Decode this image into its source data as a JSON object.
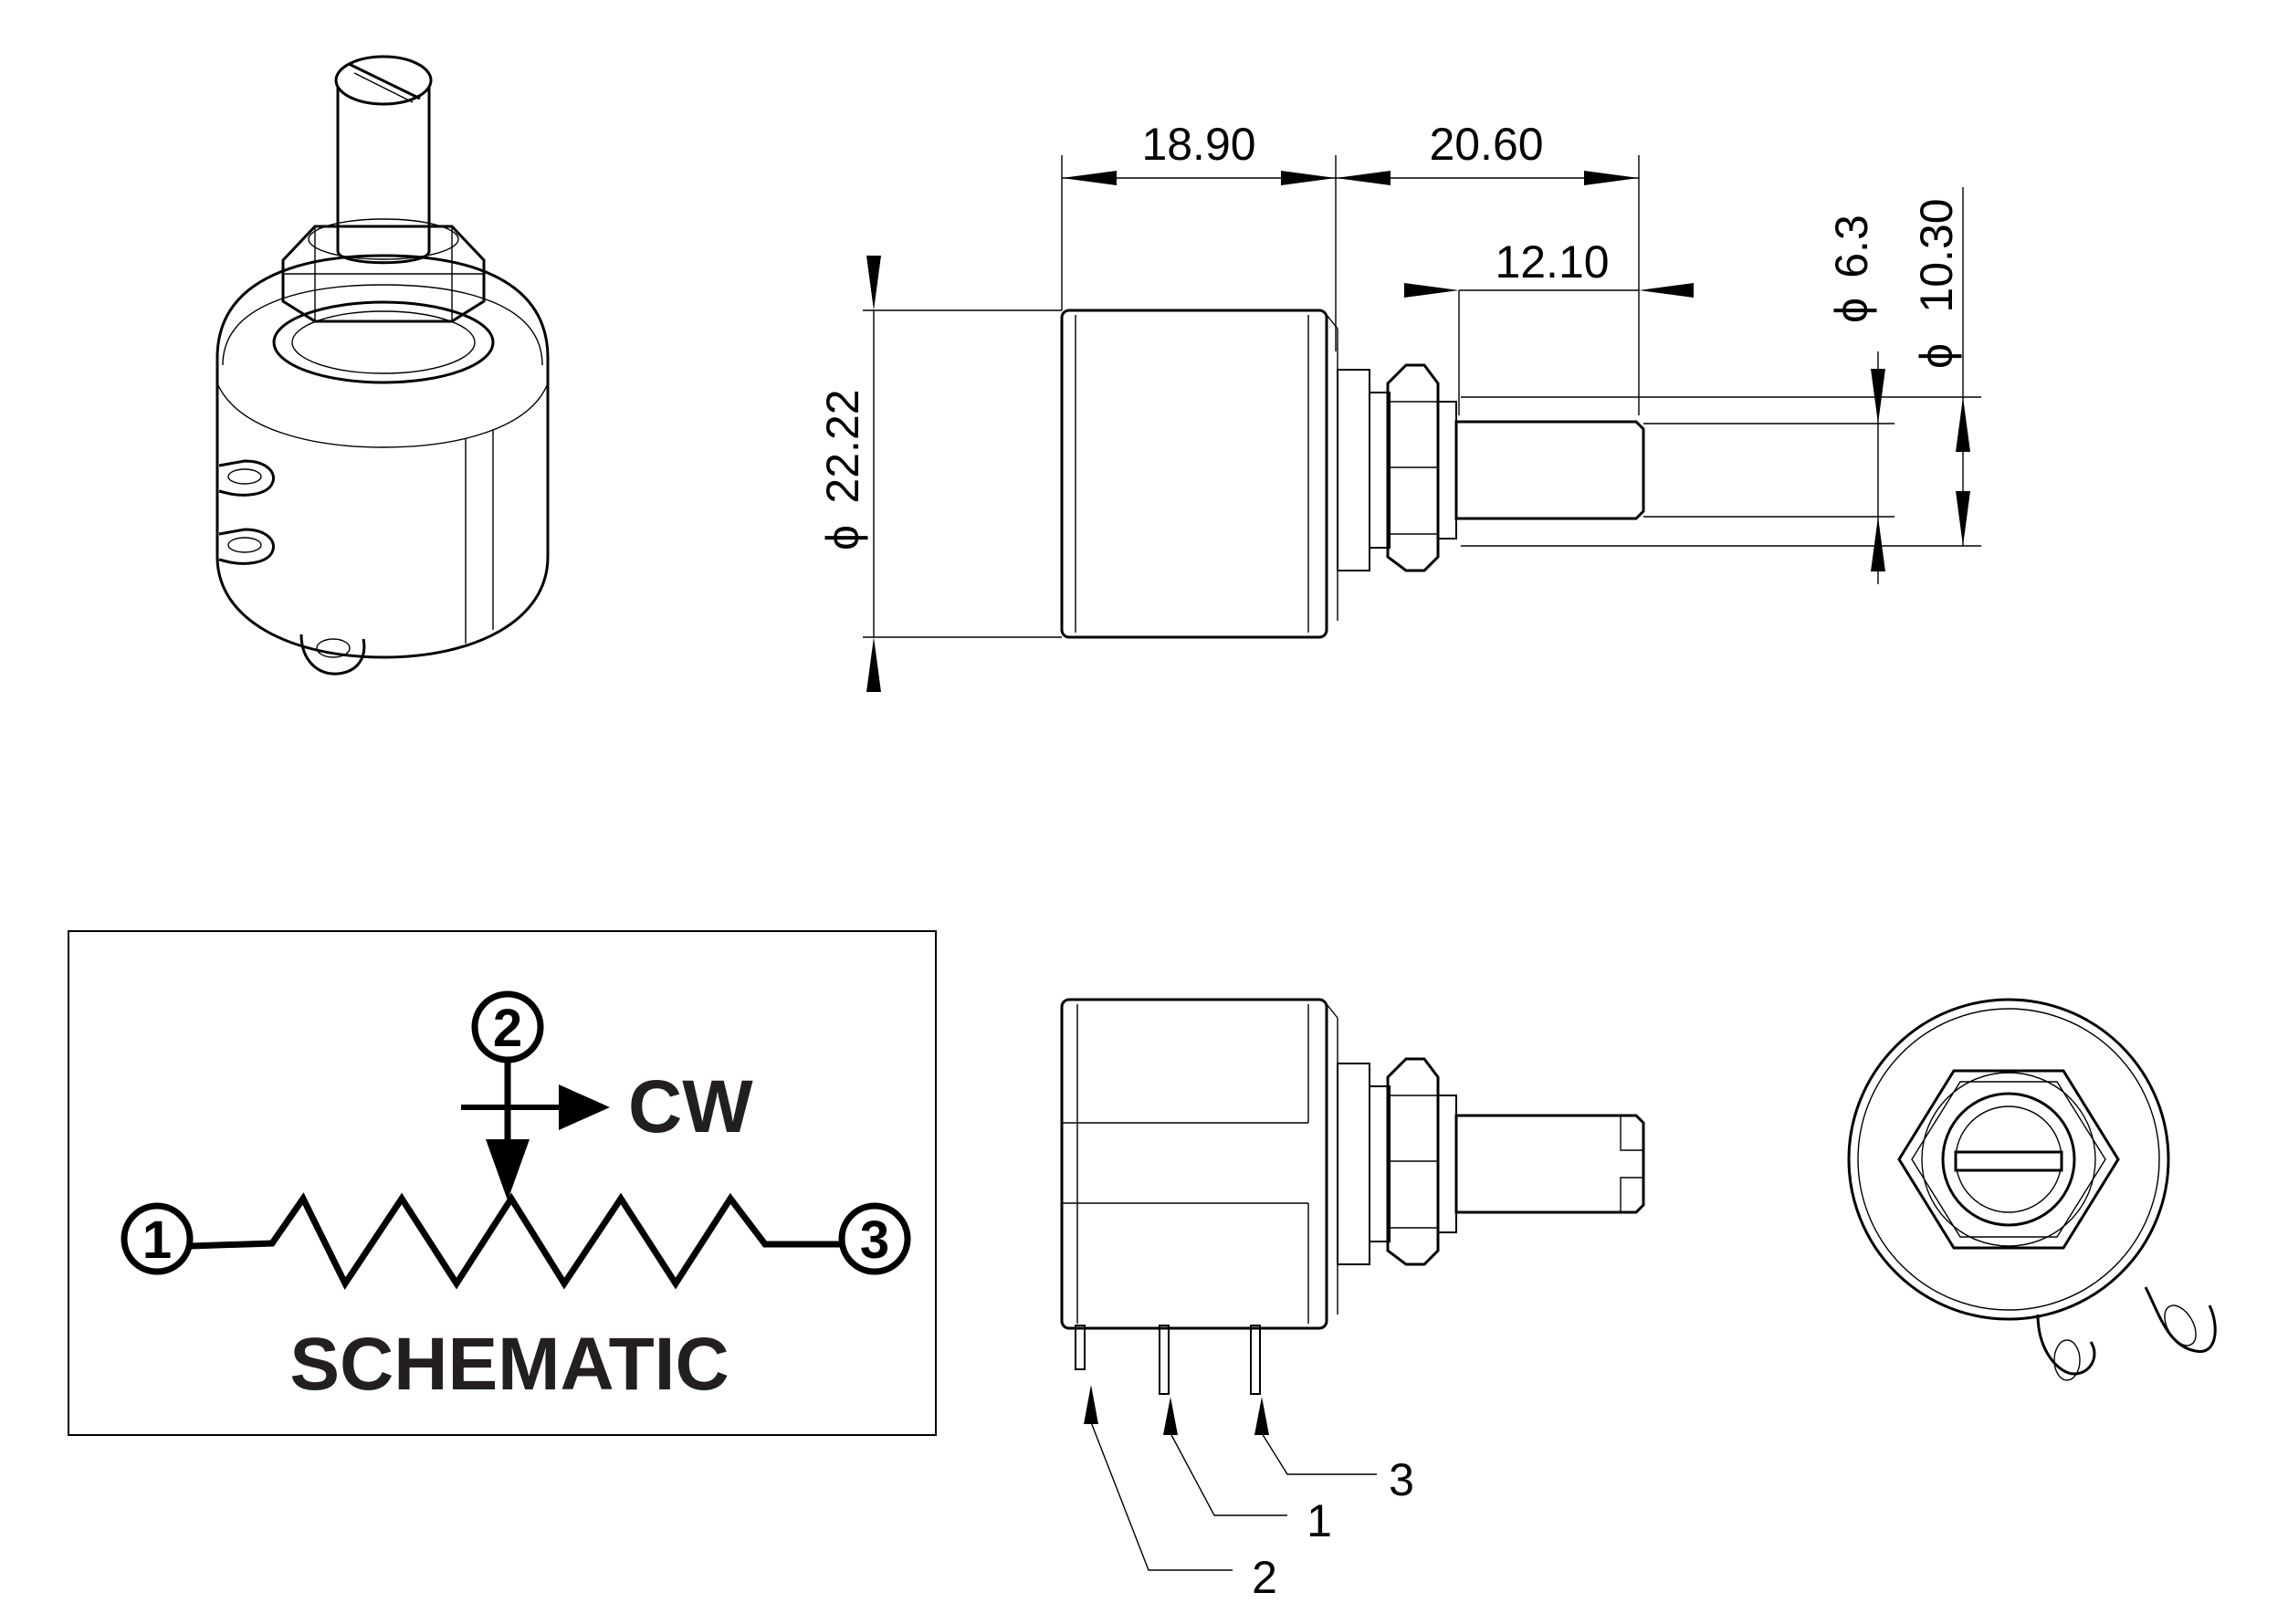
{
  "dimensions": {
    "body_length": "18.90",
    "shaft_total": "20.60",
    "shaft_exposed": "12.10",
    "body_diameter": "22.22",
    "shaft_diameter": "6.3",
    "bushing_diameter": "10.30",
    "diameter_symbol": "ϕ"
  },
  "schematic": {
    "terminal_1": "1",
    "terminal_2": "2",
    "terminal_3": "3",
    "direction": "CW",
    "title": "SCHEMATIC"
  },
  "pin_labels": {
    "pin_a": "2",
    "pin_b": "1",
    "pin_c": "3"
  }
}
